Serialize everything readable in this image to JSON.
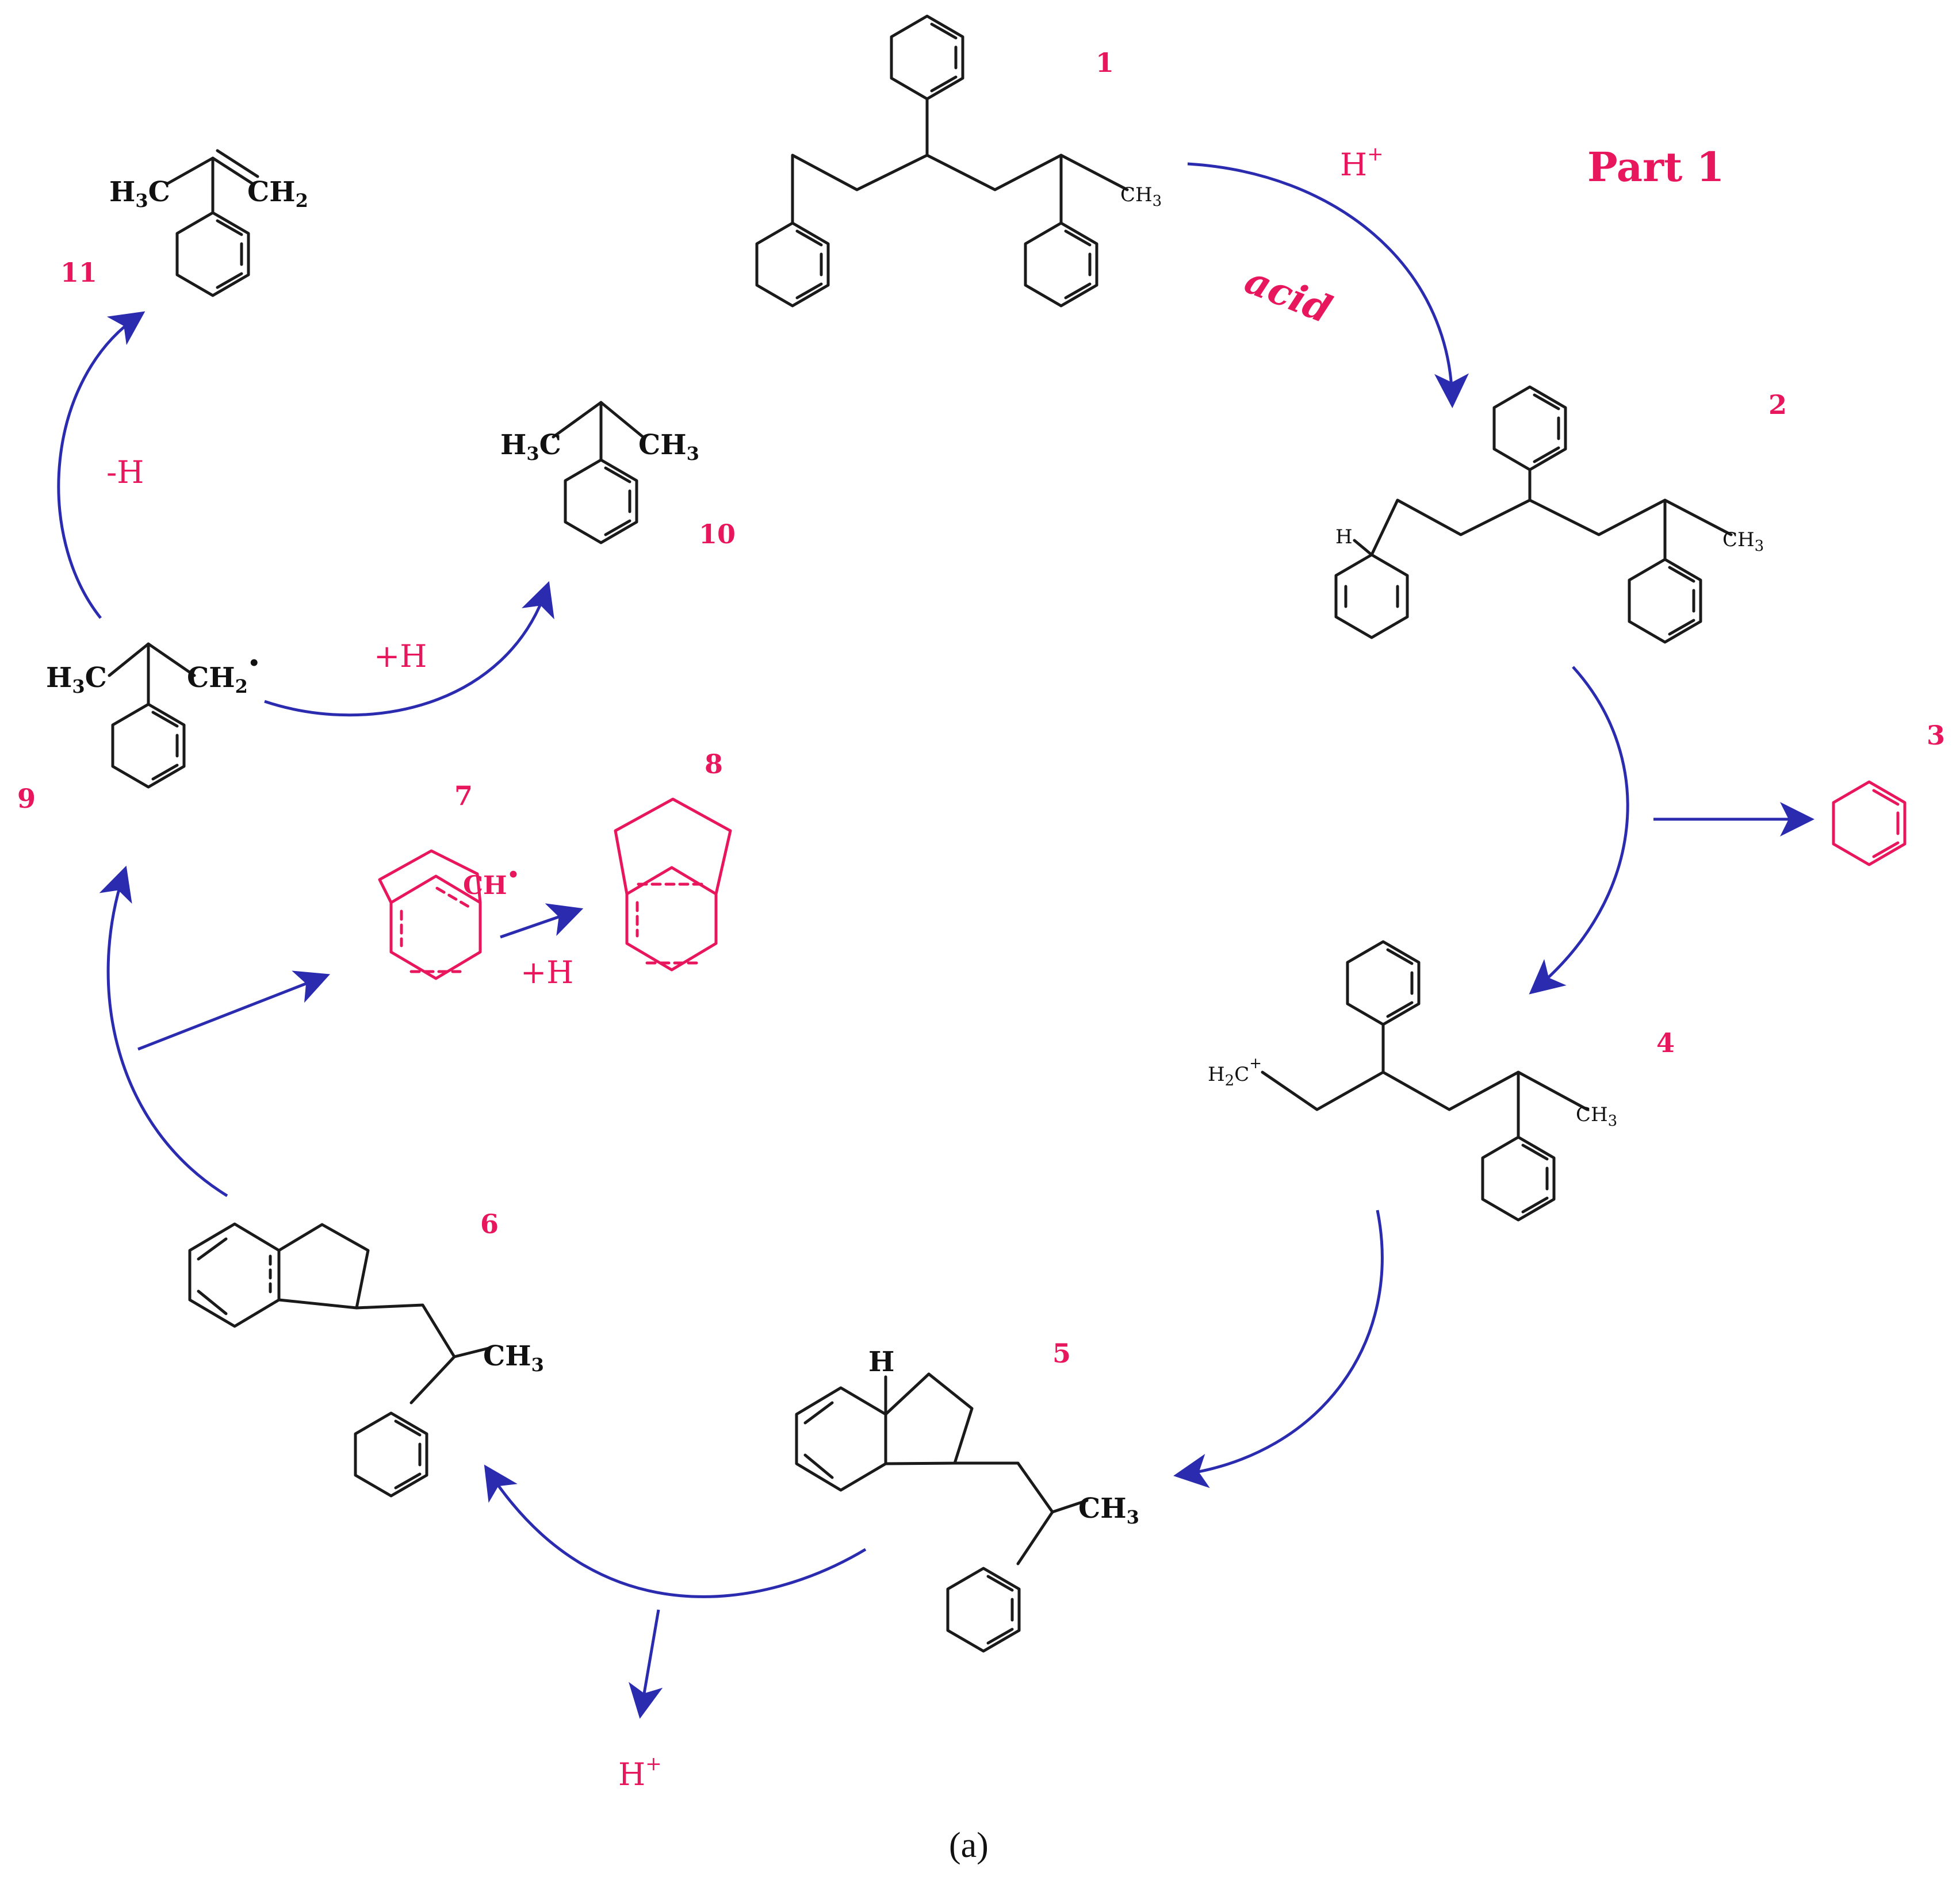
{
  "title": "Part 1",
  "caption": "(a)",
  "conditions": {
    "acid": "acid",
    "proton": "H",
    "proton_charge": "+",
    "plus_h": "+H",
    "minus_h": "-H"
  },
  "compound_numbers": [
    "1",
    "2",
    "3",
    "4",
    "5",
    "6",
    "7",
    "8",
    "9",
    "10",
    "11"
  ],
  "atom_labels": {
    "h": "H",
    "ch3": "CH",
    "three": "3",
    "h3c": "H",
    "c": "C",
    "ch2": "CH",
    "two": "2",
    "cation_prefix": "H",
    "radical_ch": "CH",
    "dot": "•"
  },
  "colors": {
    "bond": "#1a1a1a",
    "accent": "#e8175d",
    "arrow": "#2b2bb0"
  },
  "arrow_icon": "reaction-arrow-icon"
}
